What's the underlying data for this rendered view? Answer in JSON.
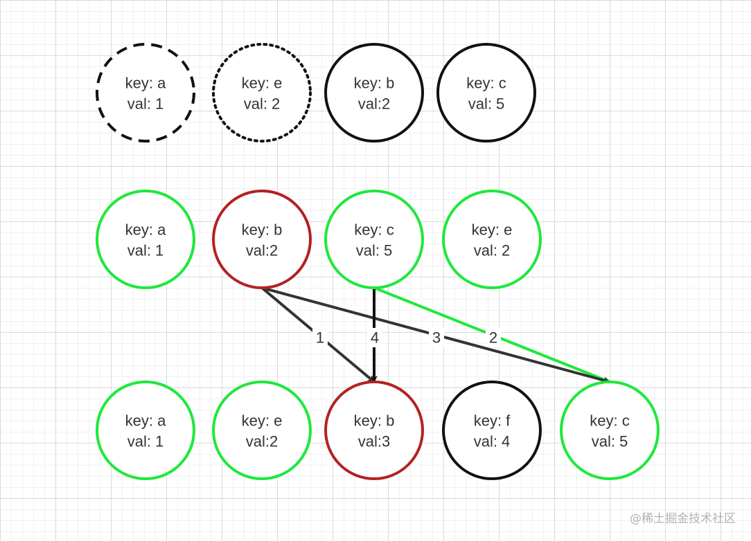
{
  "colors": {
    "black": "#111111",
    "green": "#1ee83c",
    "red": "#b22222",
    "edge_dark": "#333333"
  },
  "nodes": [
    {
      "id": "r1a",
      "key": "key: a",
      "val": "val: 1",
      "style": "dashed",
      "color": "#111111"
    },
    {
      "id": "r1e",
      "key": "key: e",
      "val": "val: 2",
      "style": "dotted",
      "color": "#111111"
    },
    {
      "id": "r1b",
      "key": "key: b",
      "val": "val:2",
      "style": "solid",
      "color": "#111111"
    },
    {
      "id": "r1c",
      "key": "key: c",
      "val": "val: 5",
      "style": "solid",
      "color": "#111111"
    },
    {
      "id": "r2a",
      "key": "key: a",
      "val": "val: 1",
      "style": "solid",
      "color": "#1ee83c"
    },
    {
      "id": "r2b",
      "key": "key: b",
      "val": "val:2",
      "style": "solid",
      "color": "#b22222"
    },
    {
      "id": "r2c",
      "key": "key: c",
      "val": "val: 5",
      "style": "solid",
      "color": "#1ee83c"
    },
    {
      "id": "r2e",
      "key": "key: e",
      "val": "val: 2",
      "style": "solid",
      "color": "#1ee83c"
    },
    {
      "id": "r3a",
      "key": "key: a",
      "val": "val: 1",
      "style": "solid",
      "color": "#1ee83c"
    },
    {
      "id": "r3e",
      "key": "key: e",
      "val": "val:2",
      "style": "solid",
      "color": "#1ee83c"
    },
    {
      "id": "r3b",
      "key": "key: b",
      "val": "val:3",
      "style": "solid",
      "color": "#b22222"
    },
    {
      "id": "r3f",
      "key": "key: f",
      "val": "val: 4",
      "style": "solid",
      "color": "#111111"
    },
    {
      "id": "r3c",
      "key": "key: c",
      "val": "val: 5",
      "style": "solid",
      "color": "#1ee83c"
    }
  ],
  "edges": [
    {
      "from": "r2b",
      "to": "r3b",
      "label": "1",
      "color": "#333333"
    },
    {
      "from": "r2c",
      "to": "r3c",
      "label": "2",
      "color": "#1ee83c"
    },
    {
      "from": "r2b",
      "to": "r3c",
      "label": "3",
      "color": "#333333"
    },
    {
      "from": "r2c",
      "to": "r3b",
      "label": "4",
      "color": "#111111"
    }
  ],
  "watermark": "@稀土掘金技术社区"
}
